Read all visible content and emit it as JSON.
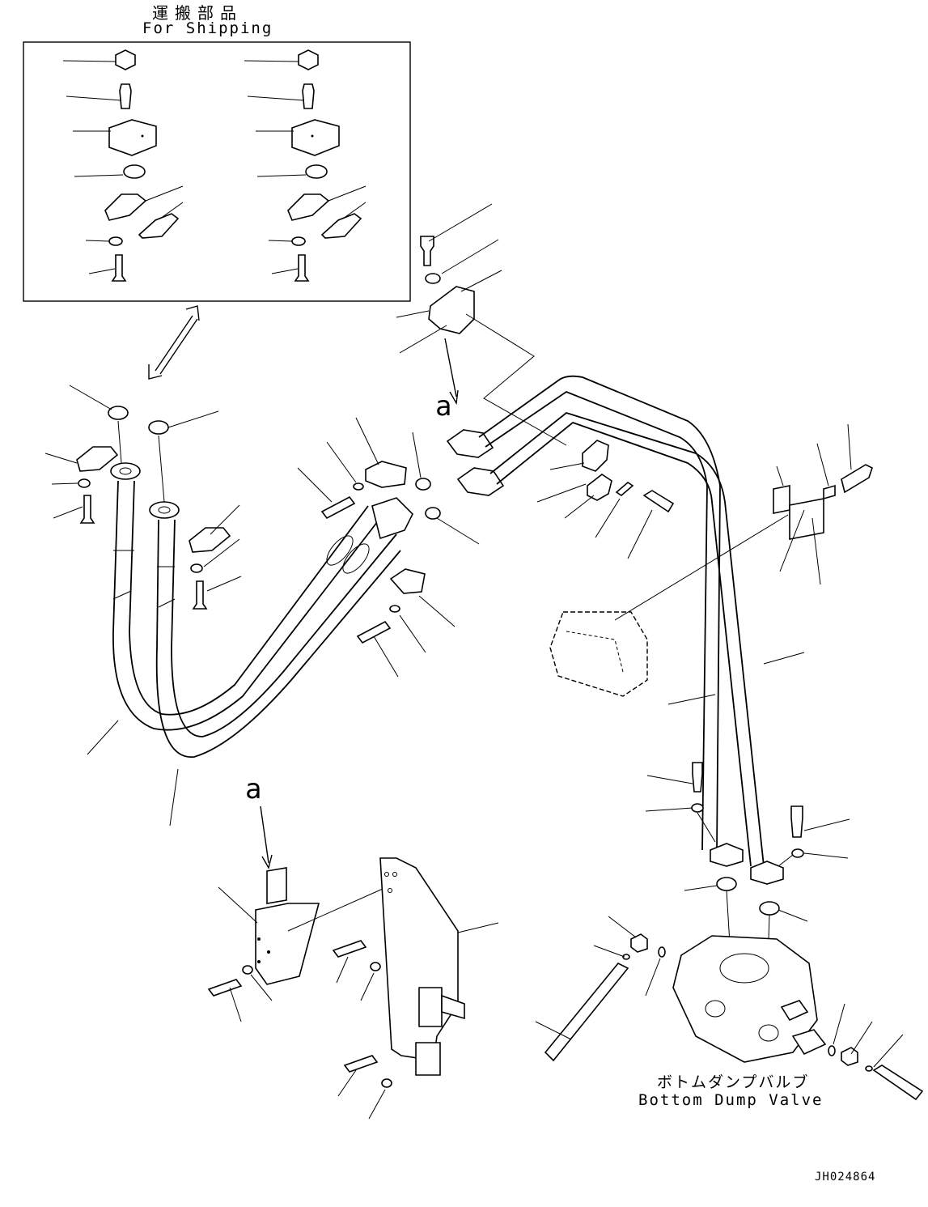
{
  "shipping_box": {
    "title_jp": "運搬部品",
    "title_en": "For Shipping"
  },
  "view_markers": {
    "upper": "a",
    "lower": "a"
  },
  "valve": {
    "label_jp": "ボトムダンプバルブ",
    "label_en": "Bottom Dump Valve"
  },
  "figure_number": "JH024864"
}
